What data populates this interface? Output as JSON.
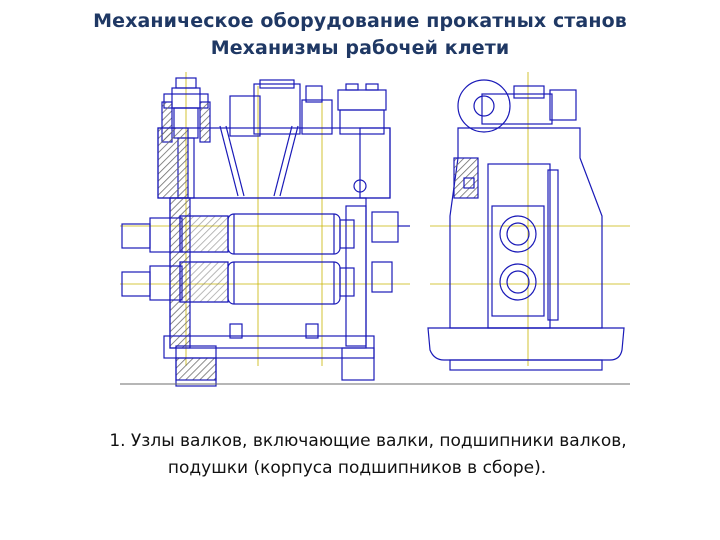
{
  "slide": {
    "title_line1": "Механическое оборудование прокатных станов",
    "title_line2": "Механизмы рабочей клети",
    "caption_line1": "1. Узлы валков, включающие валки, подшипники валков,",
    "caption_line2": "подушки (корпуса подшипников в сборе)."
  },
  "colors": {
    "title": "#1f3864",
    "line": "#1a1ab8",
    "hatch": "#7a7a7a",
    "axis": "#c8b400"
  }
}
